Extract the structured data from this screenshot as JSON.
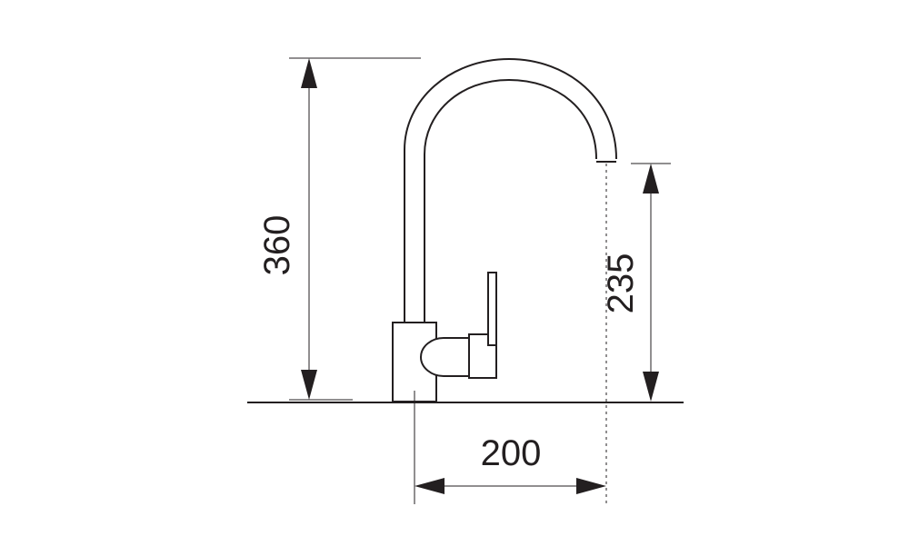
{
  "diagram": {
    "dimensions": {
      "height_total": "360",
      "spout_height": "235",
      "spout_reach": "200"
    },
    "colors": {
      "line": "#231f20",
      "background": "#ffffff"
    }
  }
}
